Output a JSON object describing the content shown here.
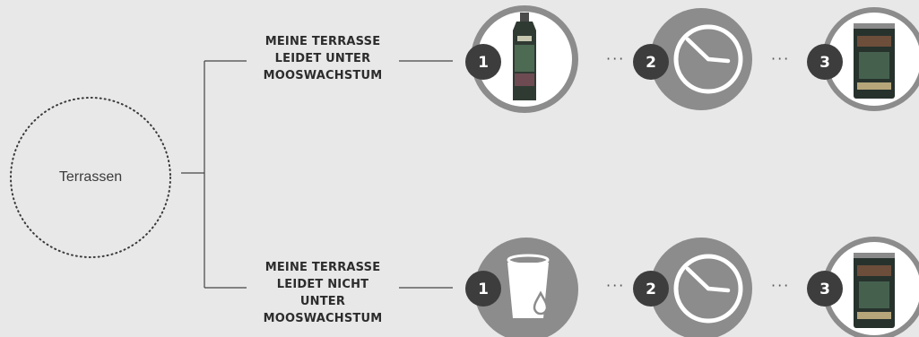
{
  "root": {
    "label": "Terrassen"
  },
  "branches": [
    {
      "label_lines": [
        "MEINE TERRASSE",
        "LEIDET UNTER",
        "MOOSWACHSTUM"
      ],
      "steps": [
        {
          "number": "1",
          "icon": "cleaner-bottle-icon"
        },
        {
          "number": "2",
          "icon": "clock-icon"
        },
        {
          "number": "3",
          "icon": "oil-can-icon"
        }
      ]
    },
    {
      "label_lines": [
        "MEINE TERRASSE",
        "LEIDET NICHT",
        "UNTER",
        "MOOSWACHSTUM"
      ],
      "steps": [
        {
          "number": "1",
          "icon": "water-bucket-icon"
        },
        {
          "number": "2",
          "icon": "clock-icon"
        },
        {
          "number": "3",
          "icon": "oil-can-icon"
        }
      ]
    }
  ],
  "separator": "···",
  "colors": {
    "background": "#e8e8e8",
    "badge": "#3d3d3d",
    "icon_ring_gray": "#8c8c8c",
    "line": "#444444",
    "text": "#2c2c2c"
  }
}
